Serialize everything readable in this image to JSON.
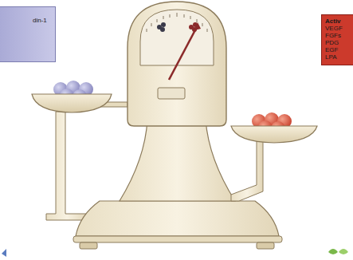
{
  "diagram": {
    "nodes": [
      {
        "text": [
          "din-1"
        ]
      },
      {
        "text": [
          "Activ",
          "VEGF FGFs PDG EGF LPA"
        ]
      }
    ]
  }
}
